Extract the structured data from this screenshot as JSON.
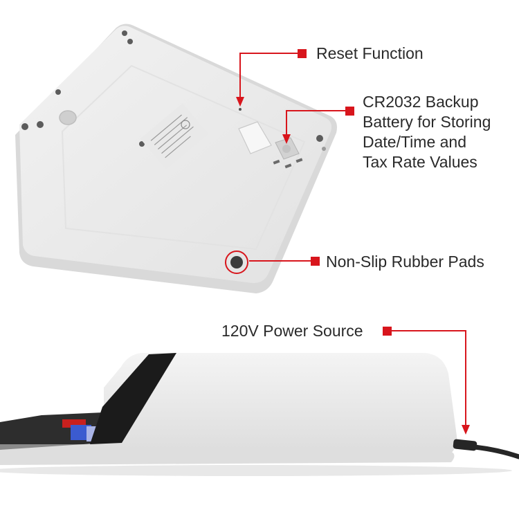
{
  "callouts": {
    "reset": "Reset Function",
    "battery": "CR2032 Backup Battery for Storing Date/Time and Tax Rate Values",
    "pads": "Non-Slip Rubber Pads",
    "power": "120V Power Source"
  },
  "colors": {
    "accent": "#d8151c",
    "text": "#2a2a2a",
    "device_body": "#ededed",
    "device_shadow": "#d6d6d6",
    "display_strip": "#1b1b1b",
    "key_red": "#c8201e",
    "key_blue": "#3b5bd0",
    "key_yellow": "#e6b21f"
  }
}
